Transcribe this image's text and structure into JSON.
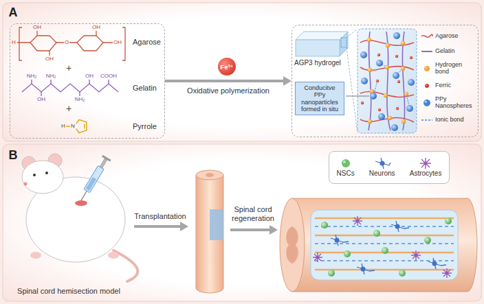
{
  "diagram": {
    "nodes": [
      {
        "text": [
          "Agarose",
          "Gelatin",
          "Pyrrole"
        ]
      },
      {
        "text": [
          "Fe³⁺"
        ]
      },
      {
        "text": [
          "AGP3 hydrogel"
        ]
      },
      {
        "text": [
          "Conducitve PPy nanoparticles formed in situ"
        ],
        "in": 2
      }
    ],
    "edges": [
      {
        "from": 0,
        "to": 2,
        "arrow": "to",
        "label": "Oxidative polymerization"
      }
    ],
    "labels": [
      "A",
      "B",
      "H",
      "OH",
      "OH",
      "O",
      "OH",
      "OH",
      "+",
      "NH₂",
      "NH₂",
      "OH",
      "COOH",
      "OH",
      "NH₂",
      "+",
      "N",
      "H",
      "Spinal cord hemisection model",
      "Transplantation",
      "Spinal cord regeneration"
    ],
    "legend": [
      {
        "text": "Agarose"
      },
      {
        "text": "Gelatin"
      },
      {
        "text": "Hydrogen bond",
        "color": "#f4a640"
      },
      {
        "text": "Ferric",
        "color": "#d9362b"
      },
      {
        "text": "PPy Nanospheres",
        "color": "#3f86d6"
      },
      {
        "text": "Ionic bond"
      },
      {
        "text": "NSCs",
        "color": "#6cc36a"
      },
      {
        "text": "Neurons"
      },
      {
        "text": "Astrocytes"
      }
    ]
  }
}
